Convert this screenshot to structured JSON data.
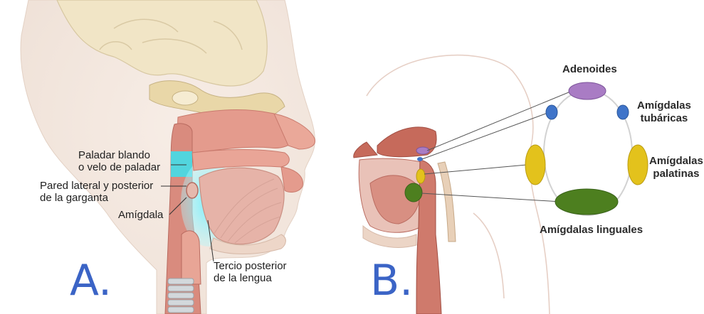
{
  "panel_a": {
    "labels": {
      "soft_palate": [
        "Paladar blando",
        "o velo de paladar"
      ],
      "pharynx_wall": [
        "Pared lateral y posterior",
        "de la garganta"
      ],
      "tonsil": "Amígdala",
      "tongue_third": [
        "Tercio posterior",
        "de la lengua"
      ]
    },
    "letter": "A."
  },
  "panel_b": {
    "labels": {
      "adenoids": "Adenoides",
      "tubal": [
        "Amígdalas",
        "tubáricas"
      ],
      "palatine": [
        "Amígdalas",
        "palatinas"
      ],
      "lingual": "Amígdalas linguales"
    },
    "letter": "B."
  },
  "colors": {
    "adenoid": "#a97cc4",
    "tubal": "#3f74c9",
    "palatine": "#e3c21c",
    "lingual": "#4d7f1f",
    "tissue": "#d98b7e",
    "pharynx_highlight": "#4ee0ee",
    "letters": "#3b64c6"
  }
}
